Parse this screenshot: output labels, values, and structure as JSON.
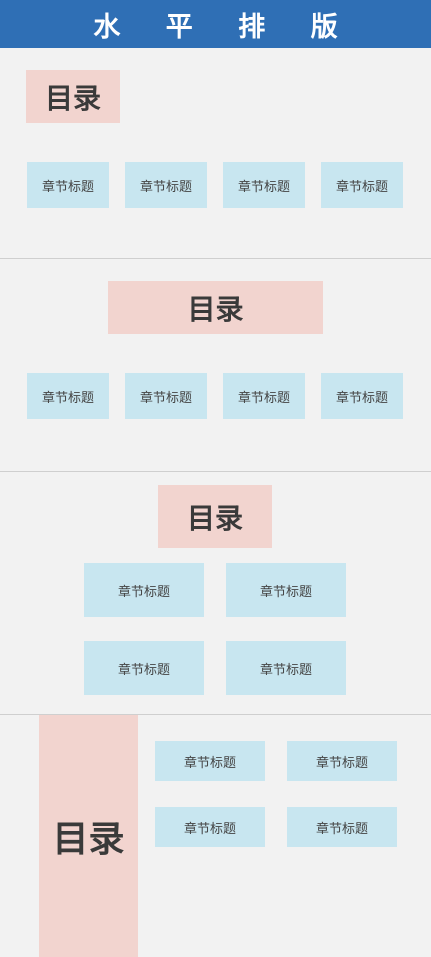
{
  "header": {
    "title": "水 平 排 版"
  },
  "panels": [
    {
      "toc": "目录",
      "chapters": [
        "章节标题",
        "章节标题",
        "章节标题",
        "章节标题"
      ]
    },
    {
      "toc": "目录",
      "chapters": [
        "章节标题",
        "章节标题",
        "章节标题",
        "章节标题"
      ]
    },
    {
      "toc": "目录",
      "chapters": [
        "章节标题",
        "章节标题",
        "章节标题",
        "章节标题"
      ]
    },
    {
      "toc": "目录",
      "chapters": [
        "章节标题",
        "章节标题",
        "章节标题",
        "章节标题"
      ]
    }
  ]
}
